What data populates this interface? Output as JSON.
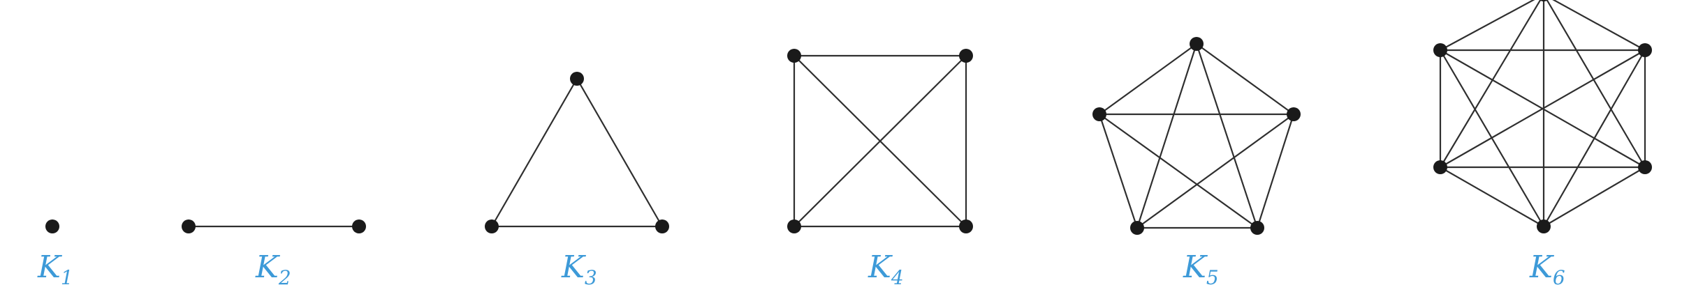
{
  "diagram": {
    "label_color": "#3d9ad8",
    "edge_color": "#2f2f2f",
    "vertex_color": "#1a1a1a",
    "graphs": [
      {
        "letter": "K",
        "sub": "1",
        "vertices": 1
      },
      {
        "letter": "K",
        "sub": "2",
        "vertices": 2
      },
      {
        "letter": "K",
        "sub": "3",
        "vertices": 3
      },
      {
        "letter": "K",
        "sub": "4",
        "vertices": 4
      },
      {
        "letter": "K",
        "sub": "5",
        "vertices": 5
      },
      {
        "letter": "K",
        "sub": "6",
        "vertices": 6
      }
    ]
  }
}
